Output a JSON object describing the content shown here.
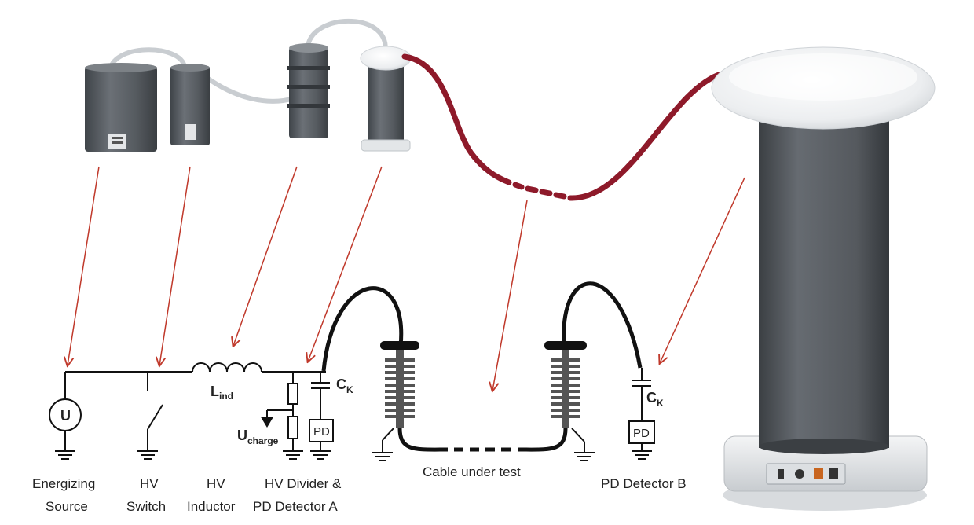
{
  "symbols": {
    "source": "U",
    "inductor_main": "L",
    "inductor_sub": "ind",
    "charge_main": "U",
    "charge_sub": "charge",
    "cap_a_main": "C",
    "cap_a_sub": "K",
    "cap_b_main": "C",
    "cap_b_sub": "K",
    "pd_a": "PD",
    "pd_b": "PD"
  },
  "captions": {
    "energizing_line1": "Energizing",
    "energizing_line2": "Source",
    "switch_line1": "HV",
    "switch_line2": "Switch",
    "inductor_line1": "HV",
    "inductor_line2": "Inductor",
    "divider_line1": "HV Divider &",
    "divider_line2": "PD Detector A",
    "cable": "Cable under test",
    "detector_b": "PD Detector B"
  },
  "colors": {
    "arrow": "#c0392b",
    "cable_red": "#8e1a2a",
    "equipment_body": "#4e5358",
    "toroid": "#eef0f2",
    "wire": "#111111"
  },
  "icons": [
    "energizing-source-unit",
    "hv-switch-unit",
    "hv-inductor-unit",
    "hv-divider-unit",
    "termination-toroid",
    "resonant-test-tower"
  ]
}
